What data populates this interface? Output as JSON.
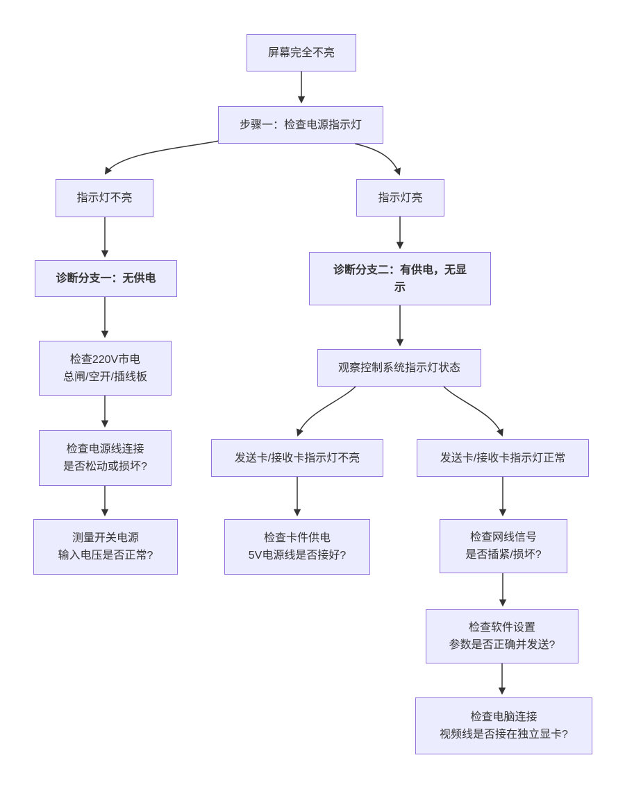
{
  "diagram": {
    "type": "flowchart",
    "direction": "top-down",
    "colors": {
      "node_fill": "#ECECFF",
      "node_border": "#9370DB",
      "text": "#333333",
      "edge": "#333333",
      "background": "#FFFFFF"
    },
    "nodes": [
      {
        "id": "A",
        "label": "屏幕完全不亮",
        "bold": false
      },
      {
        "id": "B",
        "label": "步骤一：检查电源指示灯",
        "bold": false
      },
      {
        "id": "C",
        "label": "指示灯不亮",
        "bold": false
      },
      {
        "id": "D",
        "label": "指示灯亮",
        "bold": false
      },
      {
        "id": "E",
        "label": "诊断分支一：无供电",
        "bold": true
      },
      {
        "id": "F",
        "label": "诊断分支二：有供电，无显\n示",
        "bold": true
      },
      {
        "id": "G",
        "label": "检查220V市电\n总闸/空开/插线板",
        "bold": false
      },
      {
        "id": "H",
        "label": "检查电源线连接\n是否松动或损坏?",
        "bold": false
      },
      {
        "id": "I",
        "label": "测量开关电源\n输入电压是否正常?",
        "bold": false
      },
      {
        "id": "J",
        "label": "观察控制系统指示灯状态",
        "bold": false
      },
      {
        "id": "K",
        "label": "发送卡/接收卡指示灯不亮",
        "bold": false
      },
      {
        "id": "L",
        "label": "检查卡件供电\n5V电源线是否接好?",
        "bold": false
      },
      {
        "id": "M",
        "label": "发送卡/接收卡指示灯正常",
        "bold": false
      },
      {
        "id": "N",
        "label": "检查网线信号\n是否插紧/损坏?",
        "bold": false
      },
      {
        "id": "O",
        "label": "检查软件设置\n参数是否正确并发送?",
        "bold": false
      },
      {
        "id": "P",
        "label": "检查电脑连接\n视频线是否接在独立显卡?",
        "bold": false
      }
    ],
    "edges": [
      {
        "from": "A",
        "to": "B"
      },
      {
        "from": "B",
        "to": "C"
      },
      {
        "from": "B",
        "to": "D"
      },
      {
        "from": "C",
        "to": "E"
      },
      {
        "from": "D",
        "to": "F"
      },
      {
        "from": "E",
        "to": "G"
      },
      {
        "from": "G",
        "to": "H"
      },
      {
        "from": "H",
        "to": "I"
      },
      {
        "from": "F",
        "to": "J"
      },
      {
        "from": "J",
        "to": "K"
      },
      {
        "from": "J",
        "to": "M"
      },
      {
        "from": "K",
        "to": "L"
      },
      {
        "from": "M",
        "to": "N"
      },
      {
        "from": "N",
        "to": "O"
      },
      {
        "from": "O",
        "to": "P"
      }
    ]
  }
}
